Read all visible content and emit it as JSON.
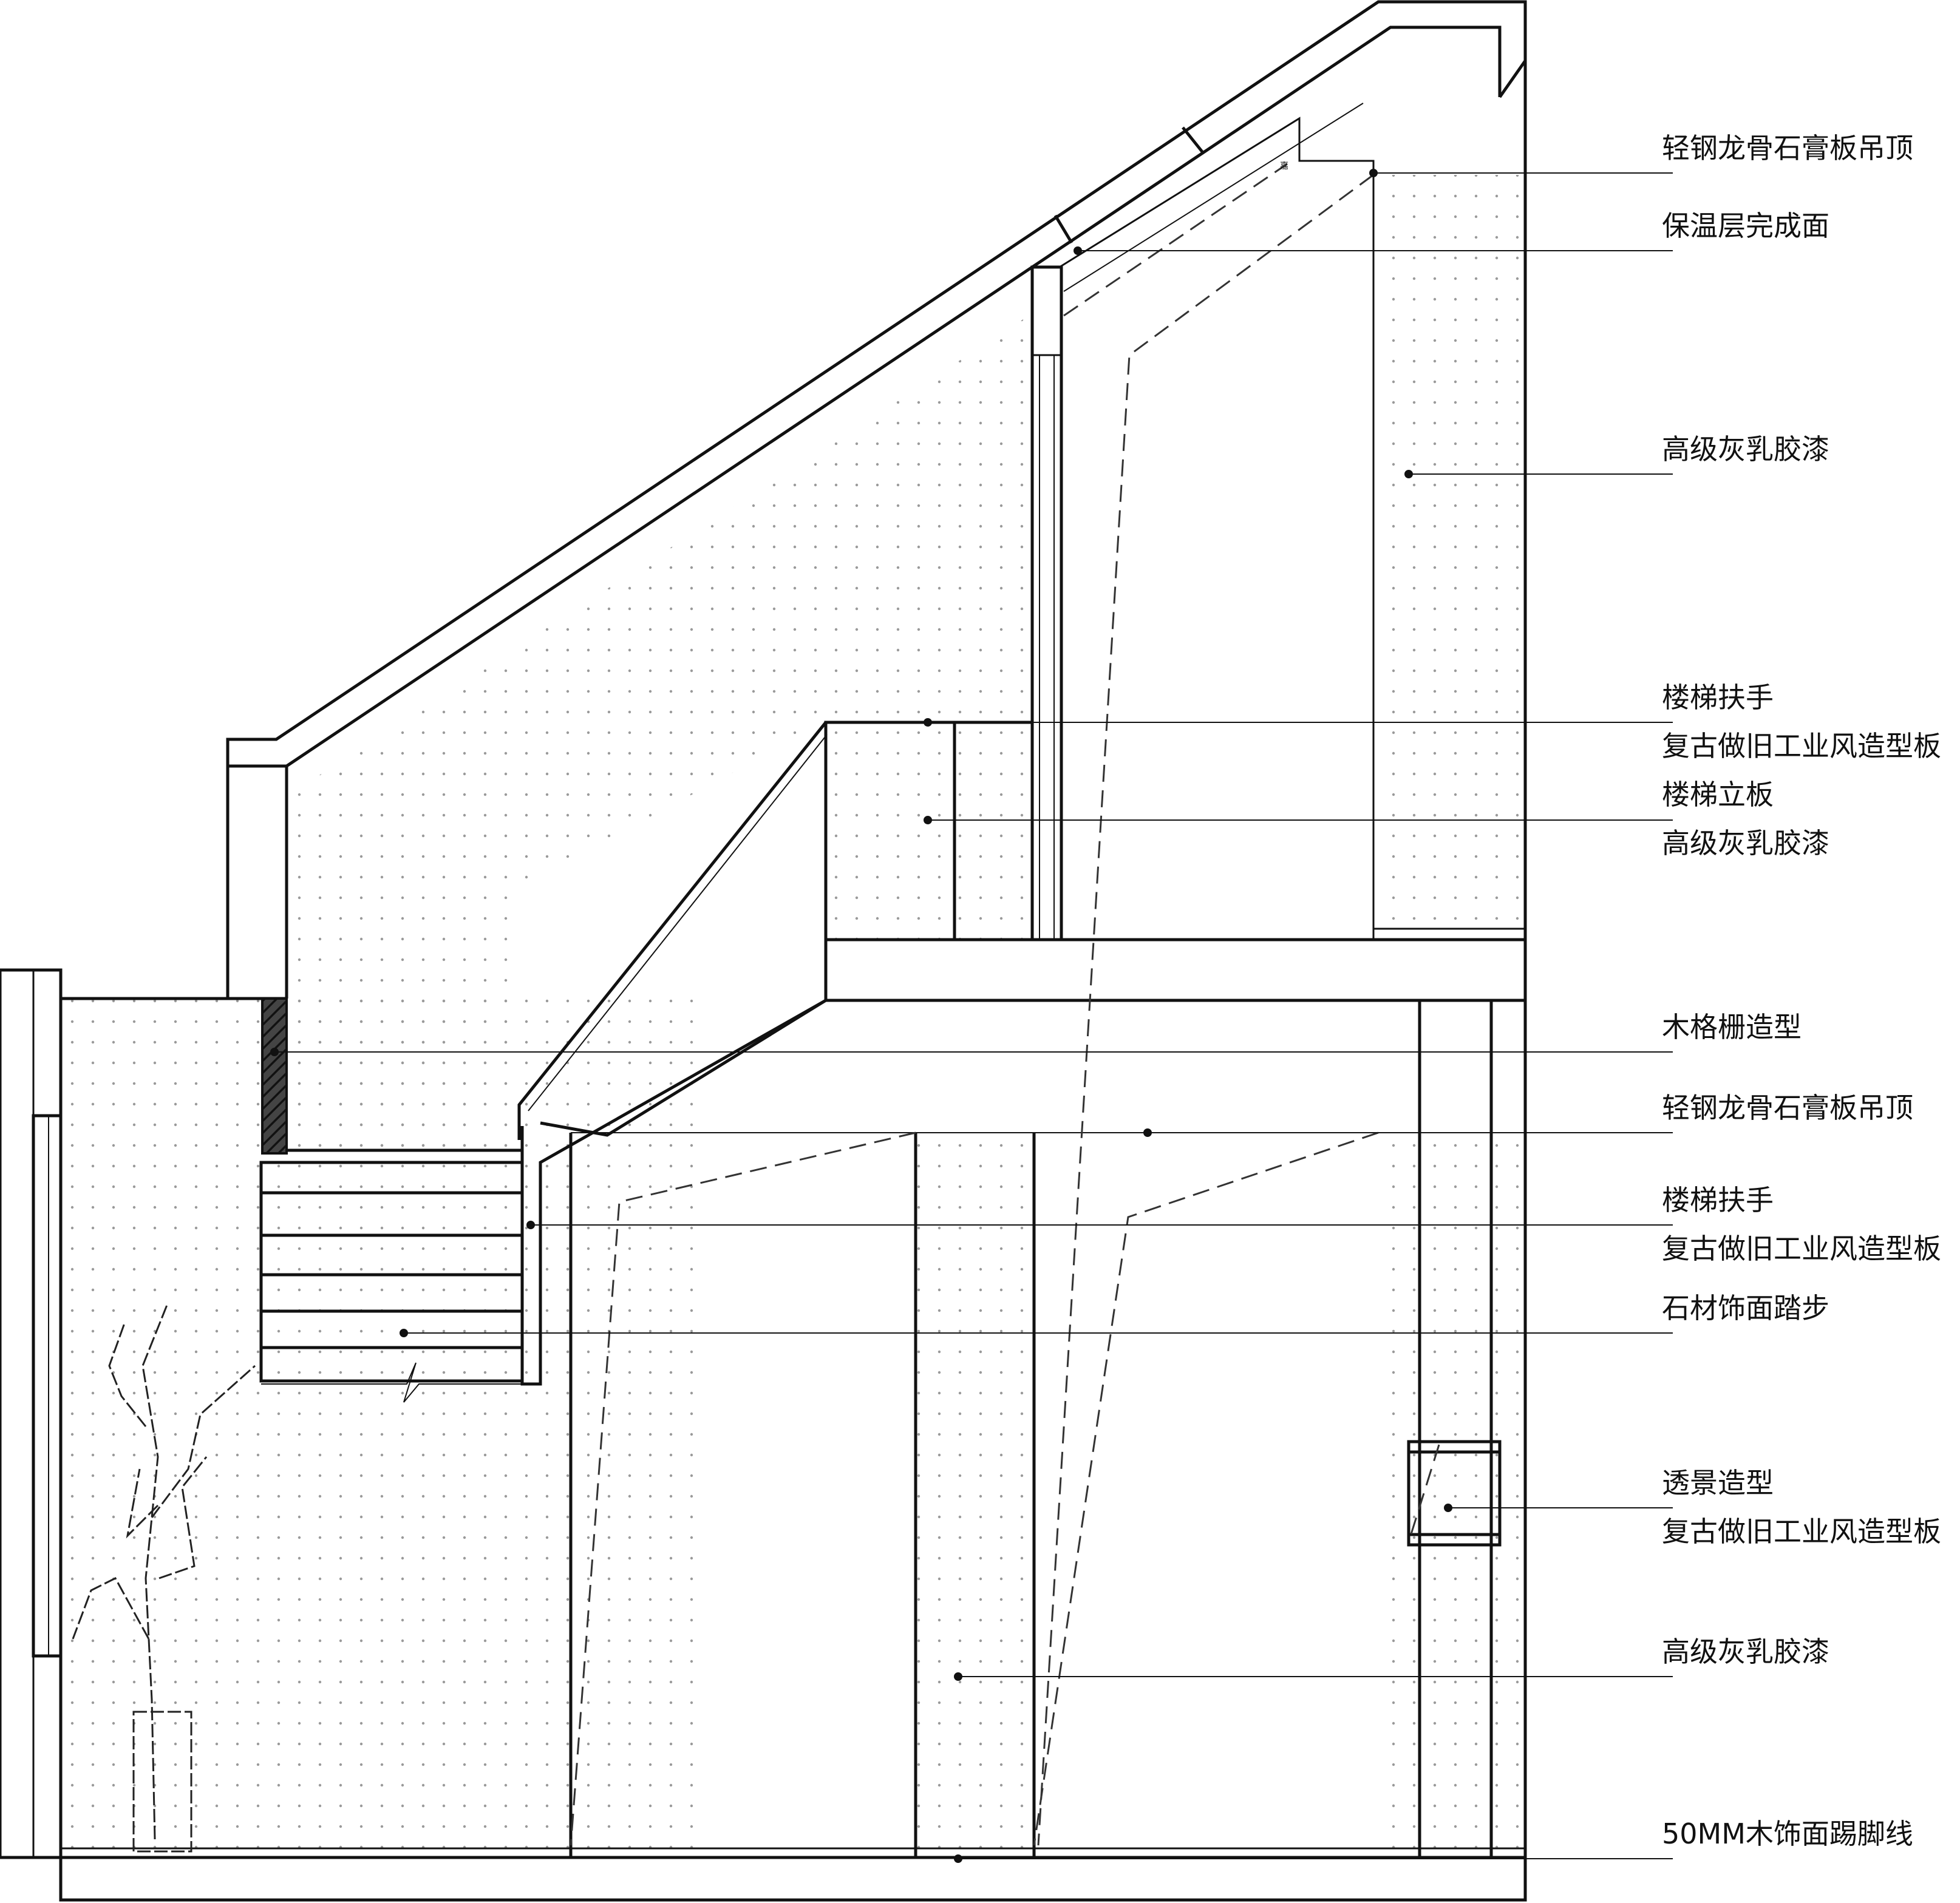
{
  "drawing": {
    "kind": "architectural interior section",
    "line_color": "#111111",
    "dot_color": "#9a9a9a",
    "background": "#ffffff"
  },
  "annotations": [
    {
      "id": "ann-01",
      "lines": [
        "轻钢龙骨石膏板吊顶"
      ]
    },
    {
      "id": "ann-02",
      "lines": [
        "保温层完成面"
      ]
    },
    {
      "id": "ann-03",
      "lines": [
        "高级灰乳胶漆"
      ]
    },
    {
      "id": "ann-04",
      "lines": [
        "楼梯扶手",
        "复古做旧工业风造型板"
      ]
    },
    {
      "id": "ann-05",
      "lines": [
        "楼梯立板",
        "高级灰乳胶漆"
      ]
    },
    {
      "id": "ann-06",
      "lines": [
        "木格栅造型"
      ]
    },
    {
      "id": "ann-07",
      "lines": [
        "轻钢龙骨石膏板吊顶"
      ]
    },
    {
      "id": "ann-08",
      "lines": [
        "楼梯扶手",
        "复古做旧工业风造型板"
      ]
    },
    {
      "id": "ann-09",
      "lines": [
        "石材饰面踏步"
      ]
    },
    {
      "id": "ann-10",
      "lines": [
        "透景造型",
        "复古做旧工业风造型板"
      ]
    },
    {
      "id": "ann-11",
      "lines": [
        "高级灰乳胶漆"
      ]
    },
    {
      "id": "ann-12",
      "lines": [
        "50MM木饰面踢脚线"
      ]
    }
  ],
  "hints": {
    "ceiling_mark": "嘉"
  }
}
